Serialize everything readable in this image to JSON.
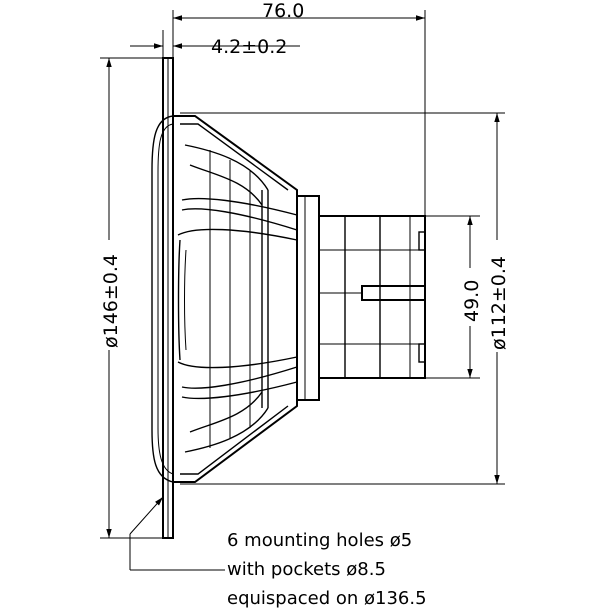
{
  "drawing": {
    "dimensions": {
      "overall_depth": "76.0",
      "flange_thickness": "4.2±0.2",
      "outer_diameter": "ø146±0.4",
      "magnet_height": "49.0",
      "basket_diameter": "ø112±0.4"
    },
    "note": {
      "line1": "6 mounting holes ø5",
      "line2": "with pockets ø8.5",
      "line3": "equispaced on ø136.5"
    }
  }
}
